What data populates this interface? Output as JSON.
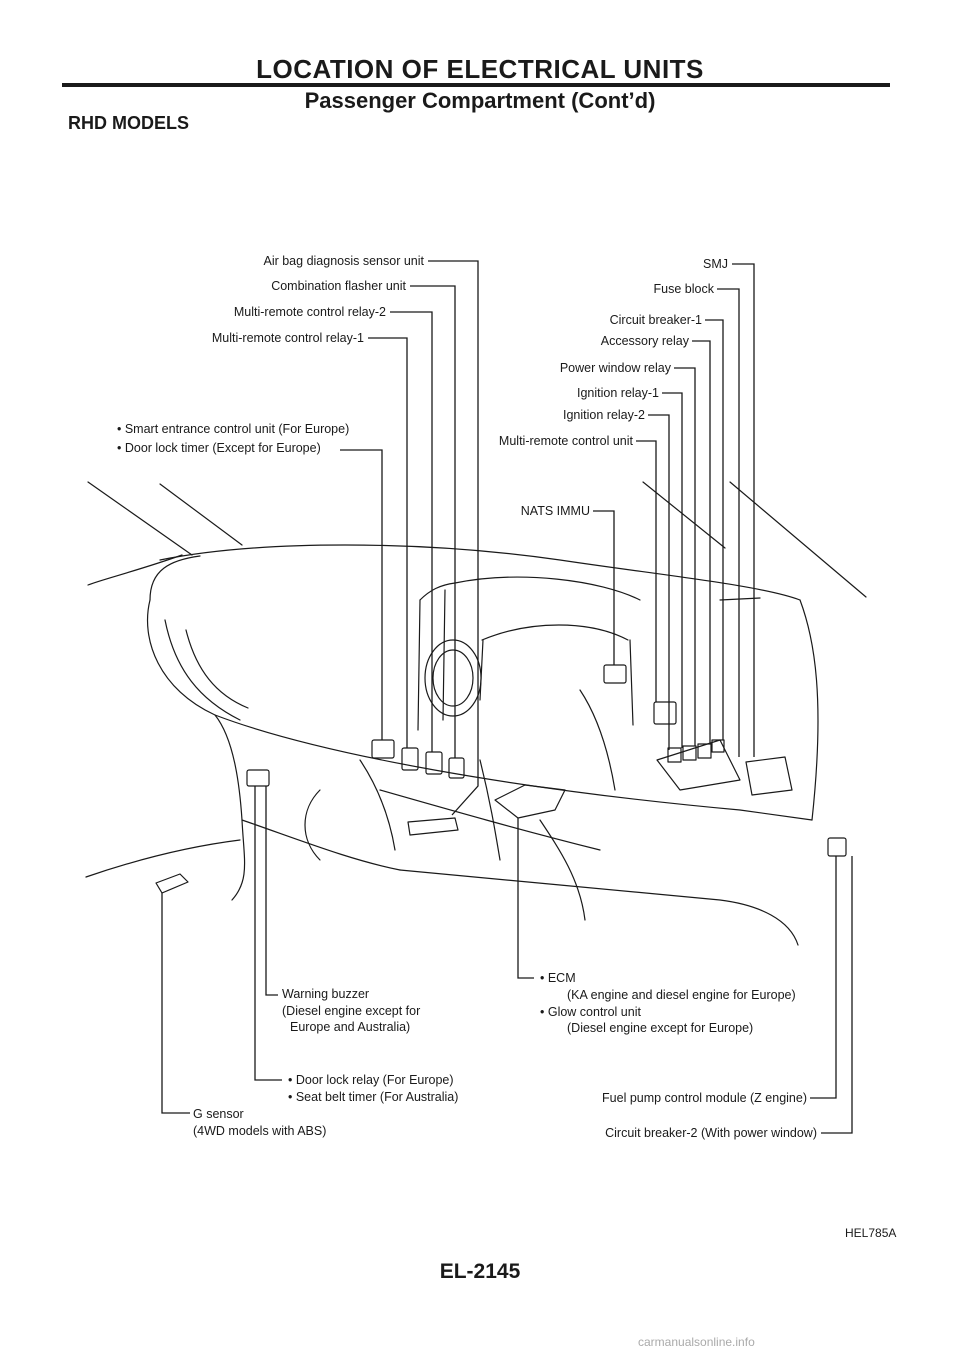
{
  "header": {
    "title": "LOCATION OF ELECTRICAL UNITS",
    "subtitle": "Passenger Compartment (Cont’d)",
    "section": "RHD MODELS"
  },
  "labels_left": {
    "air_bag": "Air bag diagnosis sensor unit",
    "combination_flasher": "Combination flasher unit",
    "multi_remote_relay_2": "Multi-remote control relay-2",
    "multi_remote_relay_1": "Multi-remote control relay-1",
    "smart_entrance": "• Smart entrance control unit (For Europe)",
    "door_lock_timer": "• Door lock timer (Except for Europe)"
  },
  "labels_right": {
    "smj": "SMJ",
    "fuse_block": "Fuse block",
    "circuit_breaker_1": "Circuit breaker-1",
    "accessory_relay": "Accessory relay",
    "power_window_relay": "Power window relay",
    "ignition_relay_1": "Ignition relay-1",
    "ignition_relay_2": "Ignition relay-2",
    "multi_remote_unit": "Multi-remote control unit",
    "nats_immu": "NATS IMMU"
  },
  "labels_bottom": {
    "warning_buzzer_1": "Warning buzzer",
    "warning_buzzer_2": "(Diesel engine except for",
    "warning_buzzer_3": "Europe and Australia)",
    "door_lock_relay": "• Door lock relay (For Europe)",
    "seat_belt_timer": "• Seat belt timer (For Australia)",
    "g_sensor_1": "G sensor",
    "g_sensor_2": "(4WD models with ABS)",
    "ecm_1": "• ECM",
    "ecm_2": "(KA engine and diesel engine for Europe)",
    "glow_1": "• Glow control unit",
    "glow_2": "(Diesel engine except for Europe)",
    "fuel_pump": "Fuel pump control module (Z engine)",
    "circuit_breaker_2": "Circuit breaker-2 (With power window)"
  },
  "figure_ref": "HEL785A",
  "page_number": "EL-2145",
  "watermark": "carmanualsonline.info"
}
